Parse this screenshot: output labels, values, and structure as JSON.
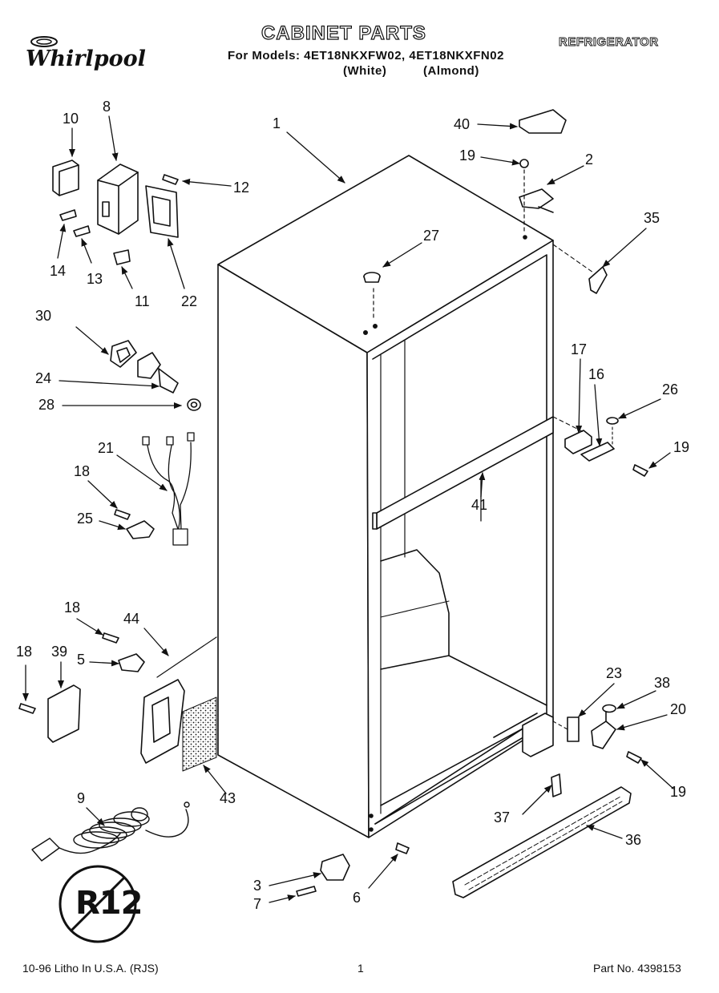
{
  "header": {
    "title": "CABINET PARTS",
    "section": "REFRIGERATOR",
    "models_line": "For Models: 4ET18NKXFW02, 4ET18NKXFN02",
    "variant_white": "(White)",
    "variant_almond": "(Almond)",
    "brand": "Whirlpool"
  },
  "labels": {
    "p1": "1",
    "p2": "2",
    "p3": "3",
    "p5": "5",
    "p6": "6",
    "p7": "7",
    "p8": "8",
    "p9": "9",
    "p10": "10",
    "p11": "11",
    "p12": "12",
    "p13": "13",
    "p14": "14",
    "p16": "16",
    "p17": "17",
    "p18a": "18",
    "p18b": "18",
    "p18c": "18",
    "p19a": "19",
    "p19b": "19",
    "p19c": "19",
    "p20": "20",
    "p21": "21",
    "p22": "22",
    "p23": "23",
    "p24": "24",
    "p25": "25",
    "p26": "26",
    "p27": "27",
    "p28": "28",
    "p30": "30",
    "p35": "35",
    "p36": "36",
    "p37": "37",
    "p38": "38",
    "p39": "39",
    "p40": "40",
    "p41": "41",
    "p43": "43",
    "p44": "44"
  },
  "badge": {
    "text": "R12"
  },
  "footer": {
    "litho": "10-96 Litho In U.S.A. (RJS)",
    "page": "1",
    "part_no": "Part No. 4398153"
  }
}
